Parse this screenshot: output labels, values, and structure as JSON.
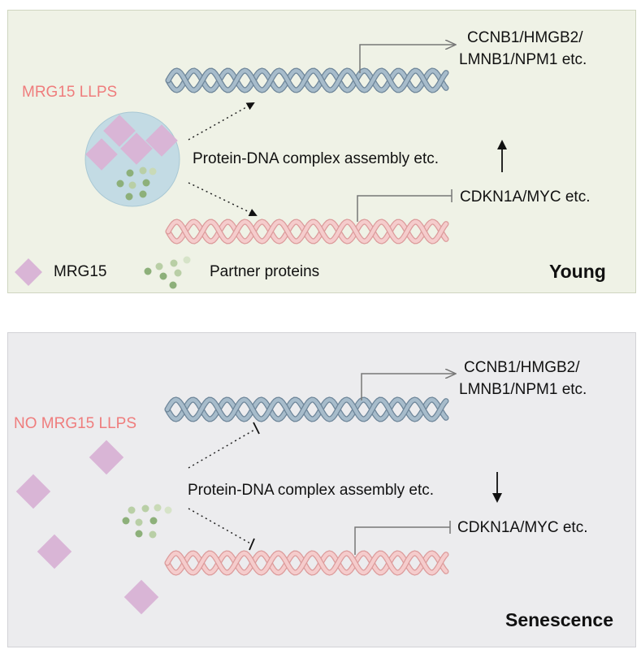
{
  "colors": {
    "young_bg": "#eff2e6",
    "senescence_bg": "#ececee",
    "dna_blue": "#8ba3b6",
    "dna_pink": "#eeb5b5",
    "mrg15": "#d9b5d6",
    "partner": "#8db07a",
    "llps_text": "#ef7d7d",
    "droplet": "#c3dbe4"
  },
  "young": {
    "llps_label": "MRG15 LLPS",
    "upper_target": "CCNB1/HMGB2/",
    "upper_target_2": "LMNB1/NPM1 etc.",
    "complex_label": "Protein-DNA complex assembly etc.",
    "lower_target": "CDKN1A/MYC etc.",
    "legend_mrg15": "MRG15",
    "legend_partner": "Partner proteins",
    "stage": "Young",
    "trend": "up-arrow-icon"
  },
  "senescence": {
    "llps_label": "NO MRG15 LLPS",
    "upper_target": "CCNB1/HMGB2/",
    "upper_target_2": "LMNB1/NPM1 etc.",
    "complex_label": "Protein-DNA complex assembly etc.",
    "lower_target": "CDKN1A/MYC etc.",
    "stage": "Senescence",
    "trend": "down-arrow-icon"
  }
}
